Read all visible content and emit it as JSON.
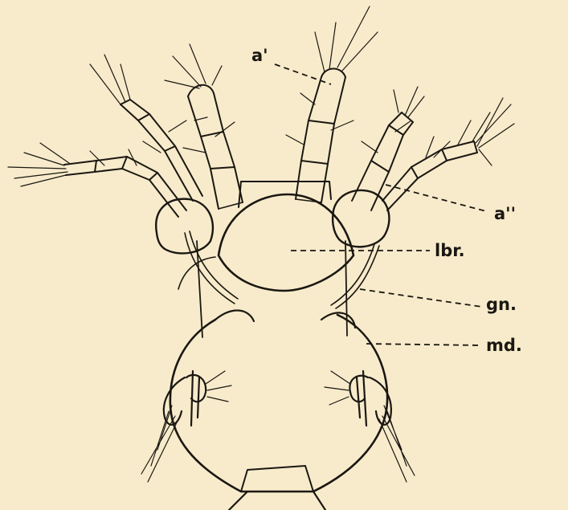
{
  "figure": {
    "labels": {
      "a1": "a'",
      "a2": "a''",
      "lbr": "lbr.",
      "gn": "gn.",
      "md": "md."
    },
    "colors": {
      "paper": "#f7ebcb",
      "ink": "#1b1712"
    }
  }
}
